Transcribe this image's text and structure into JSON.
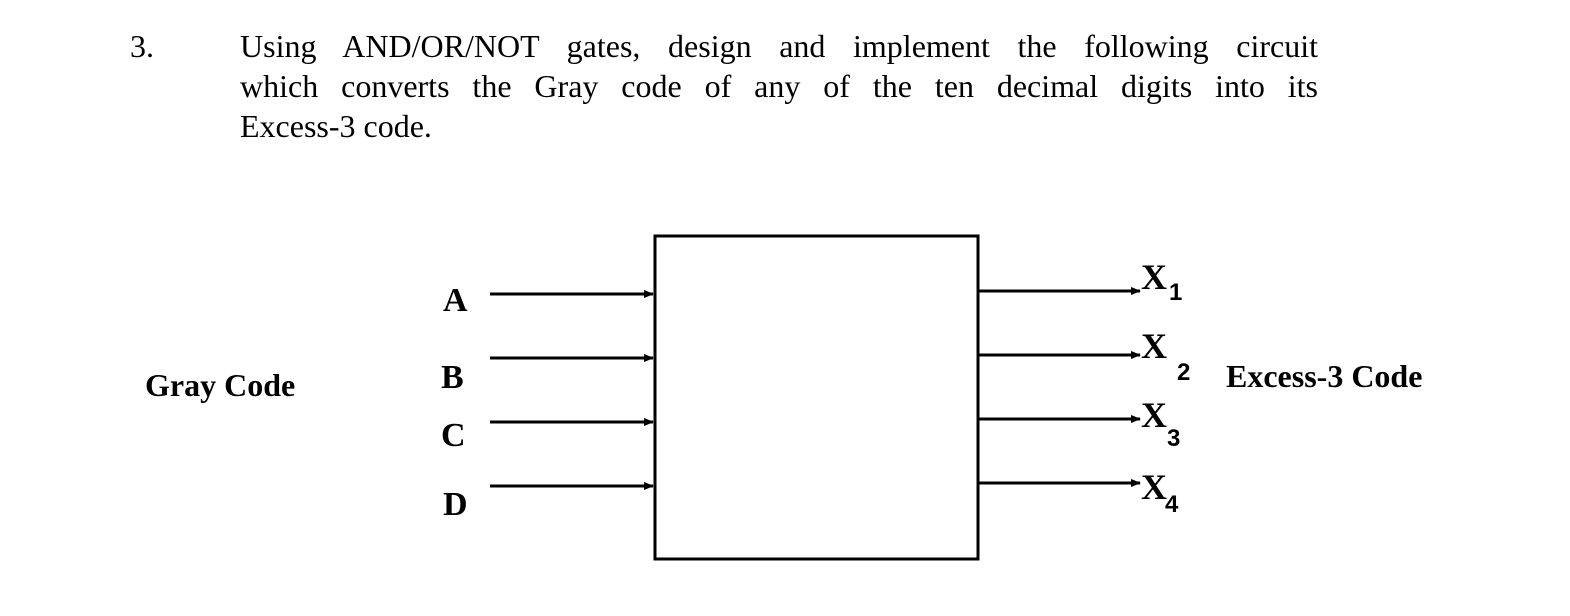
{
  "question": {
    "number": "3.",
    "lines": [
      "Using AND/OR/NOT gates, design and implement the following circuit",
      "which converts the Gray code of any of the ten decimal digits into its",
      "Excess-3 code."
    ]
  },
  "diagram": {
    "input_group_label": "Gray Code",
    "output_group_label": "Excess-3 Code",
    "inputs": [
      "A",
      "B",
      "C",
      "D"
    ],
    "outputs": [
      {
        "letter": "X",
        "subscript": "1"
      },
      {
        "letter": "X",
        "subscript": "2"
      },
      {
        "letter": "X",
        "subscript": "3"
      },
      {
        "letter": "X",
        "subscript": "4"
      }
    ]
  }
}
